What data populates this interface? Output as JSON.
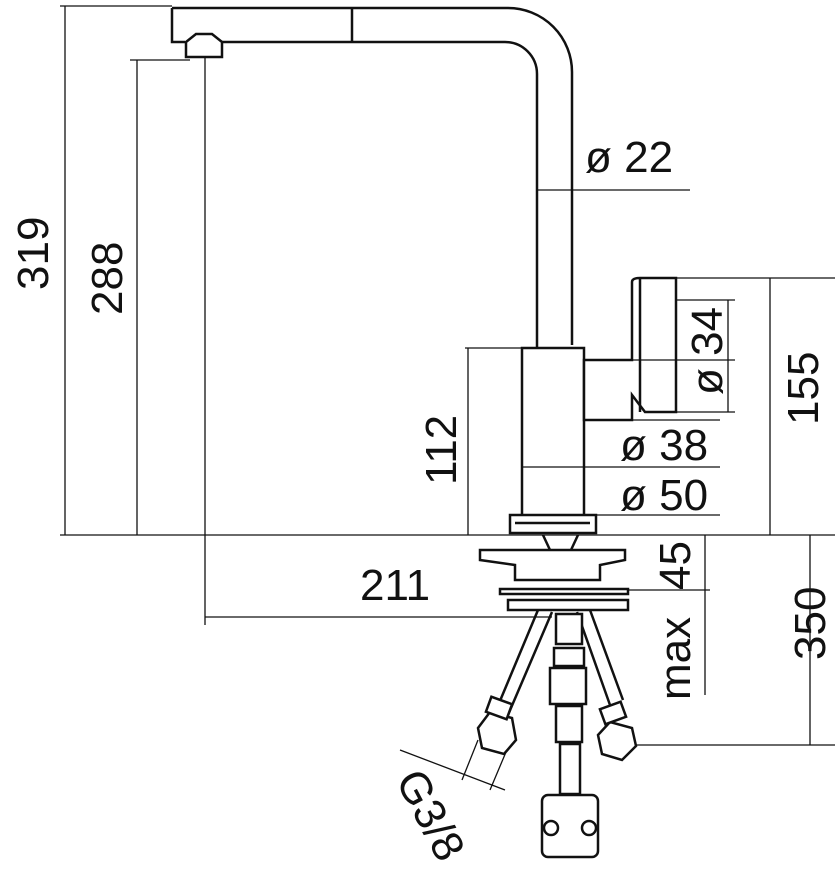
{
  "drawing": {
    "dimensions": {
      "total_height": "319",
      "spout_height": "288",
      "spout_diameter": "ø 22",
      "lever_diameter": "ø 34",
      "lever_height": "155",
      "body_height": "112",
      "body_diameter": "ø 38",
      "base_diameter": "ø 50",
      "max_label": "max",
      "deck_thickness": "45",
      "hose_length": "350",
      "spout_reach": "211",
      "thread": "G3/8"
    }
  }
}
